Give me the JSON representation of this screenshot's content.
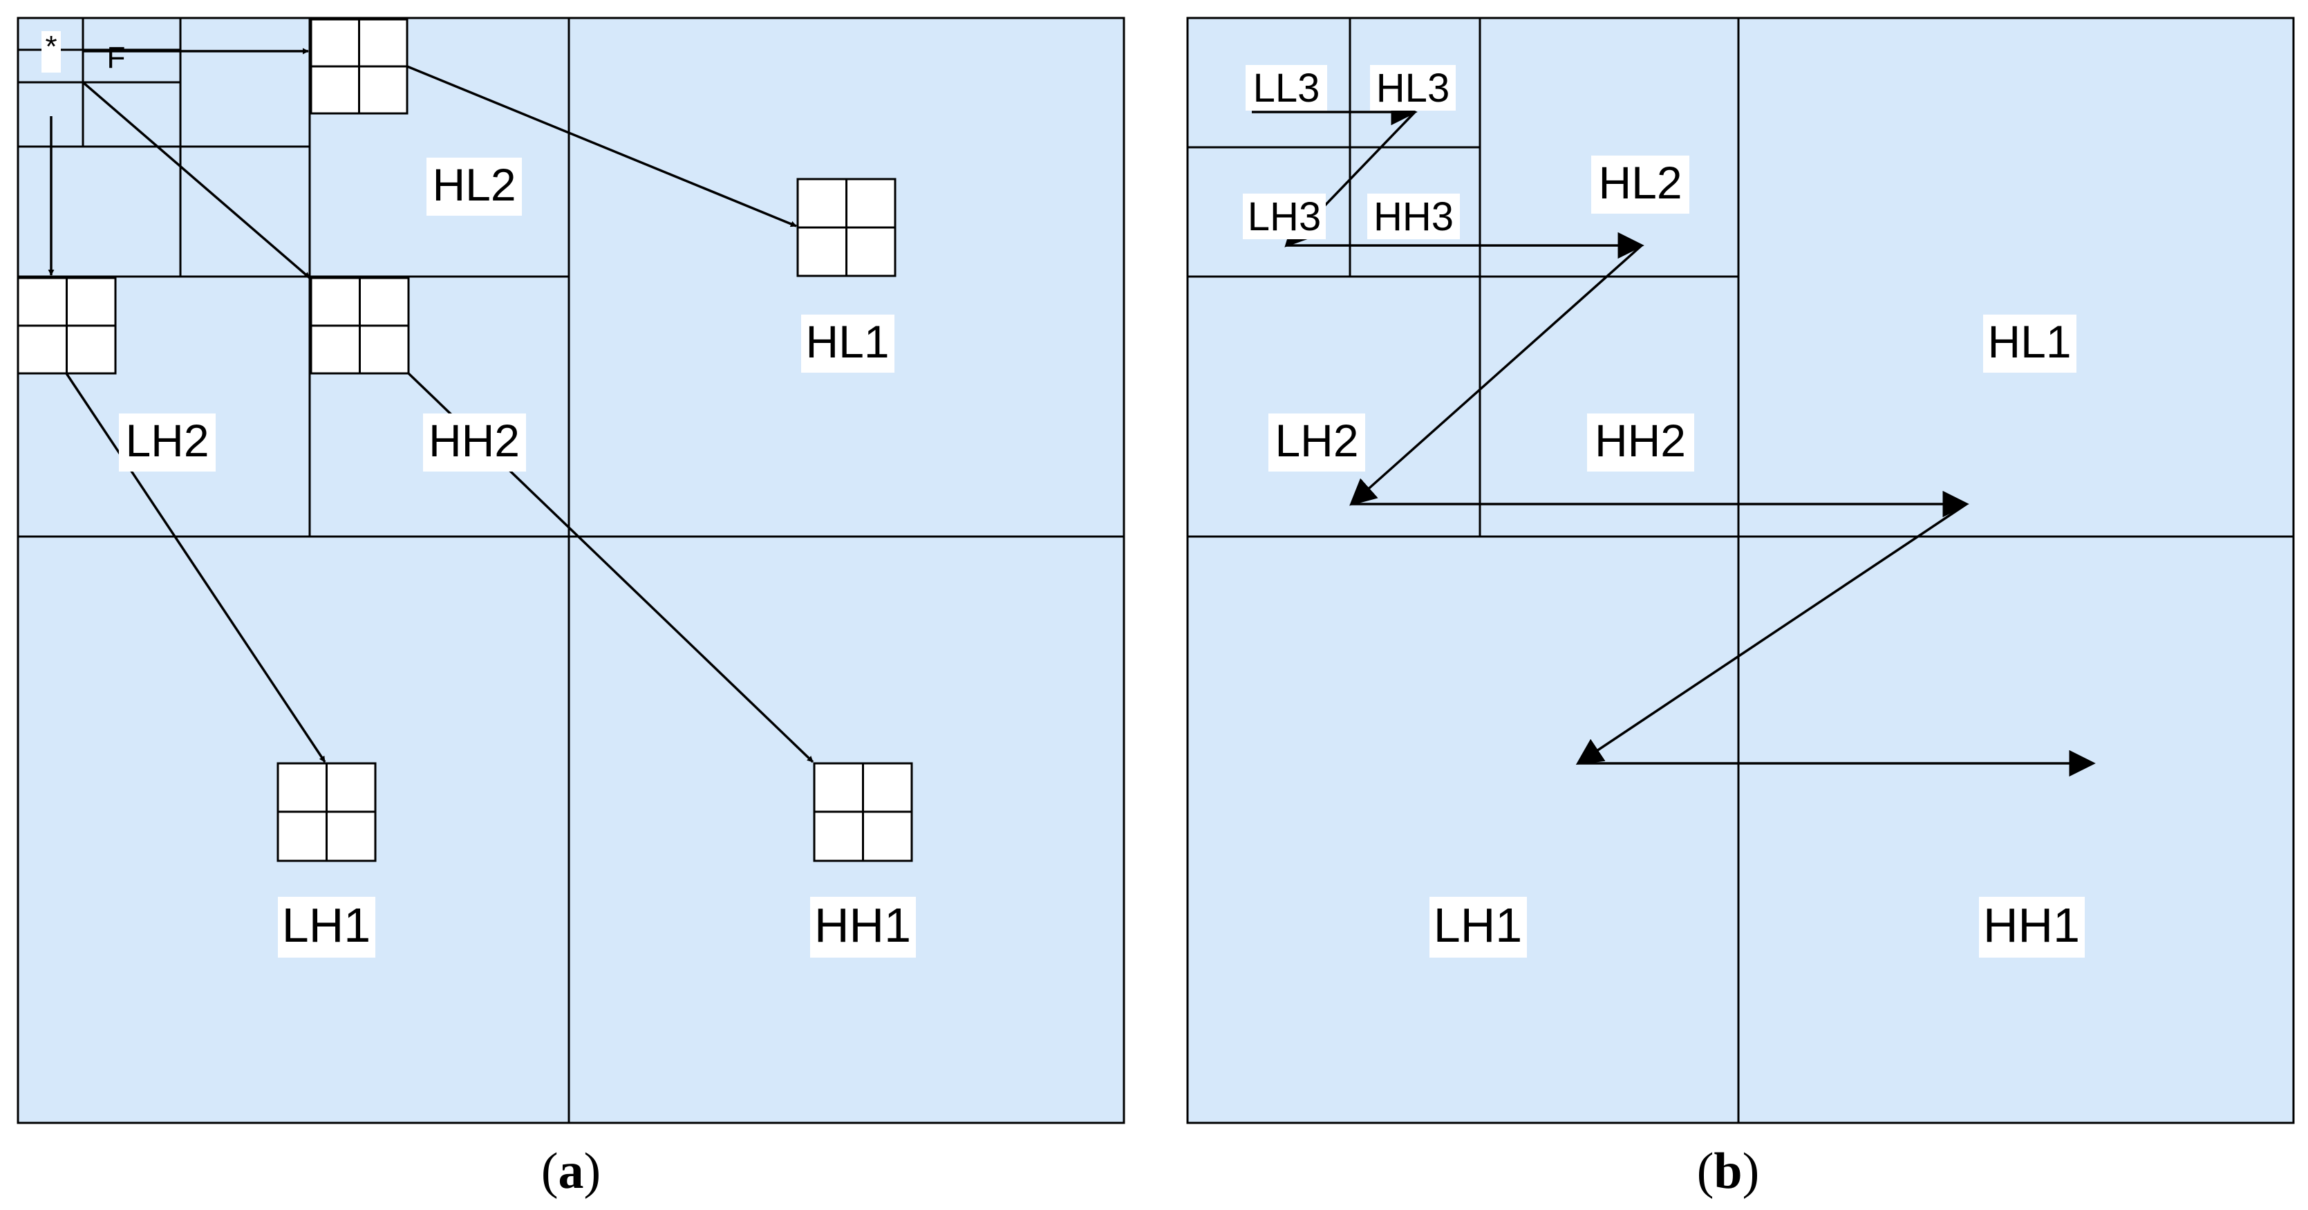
{
  "panel_a": {
    "caption_open": "(",
    "caption_letter": "a",
    "caption_close": ")",
    "labels": {
      "star": "*",
      "f": "F",
      "hl2": "HL2",
      "hl1": "HL1",
      "lh2": "LH2",
      "hh2": "HH2",
      "lh1": "LH1",
      "hh1": "HH1"
    }
  },
  "panel_b": {
    "caption_open": "(",
    "caption_letter": "b",
    "caption_close": ")",
    "labels": {
      "ll3": "LL3",
      "hl3": "HL3",
      "lh3": "LH3",
      "hh3": "HH3",
      "hl2": "HL2",
      "hl1": "HL1",
      "lh2": "LH2",
      "hh2": "HH2",
      "lh1": "LH1",
      "hh1": "HH1"
    }
  },
  "colors": {
    "band_fill": "#d6e8fa",
    "line": "#000000"
  }
}
